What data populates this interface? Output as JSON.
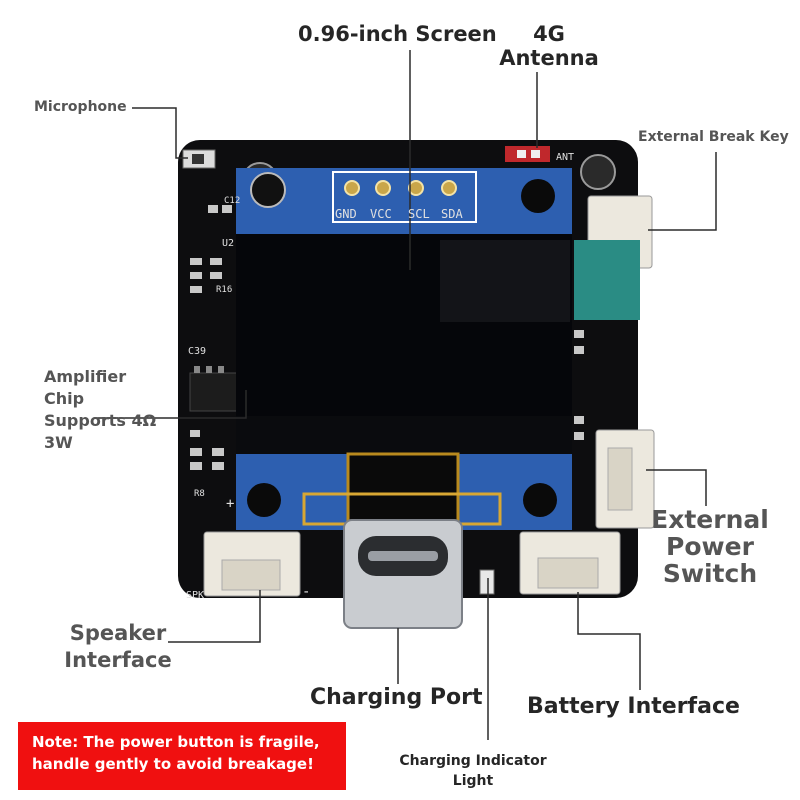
{
  "labels": {
    "screen": "0.96-inch Screen",
    "antenna_line1": "4G",
    "antenna_line2": "Antenna",
    "microphone": "Microphone",
    "break_key": "External Break Key",
    "amplifier_line1": "Amplifier",
    "amplifier_line2": "Chip",
    "amplifier_line3": "Supports 4Ω",
    "amplifier_line4": "3W",
    "power_switch_line1": "External",
    "power_switch_line2": "Power",
    "power_switch_line3": "Switch",
    "speaker_line1": "Speaker",
    "speaker_line2": "Interface",
    "charging_port": "Charging Port",
    "battery": "Battery Interface",
    "indicator_line1": "Charging Indicator",
    "indicator_line2": "Light"
  },
  "board": {
    "oled_pins": [
      "GND",
      "VCC",
      "SCL",
      "SDA"
    ],
    "silkscreen": {
      "ant": "ANT",
      "spk": "SPK",
      "u2": "U2",
      "c39": "C39",
      "r16": "R16",
      "c12": "C12",
      "r8": "R8",
      "plus": "+",
      "minus": "-"
    }
  },
  "note": {
    "line1": "Note: The power button is fragile,",
    "line2": "handle gently to avoid breakage!"
  },
  "colors": {
    "pcb": "#0d0d0f",
    "oled_module": "#2d5fb0",
    "screen": "#05060a",
    "connector": "#ece8de",
    "note_bg": "#f01010"
  }
}
